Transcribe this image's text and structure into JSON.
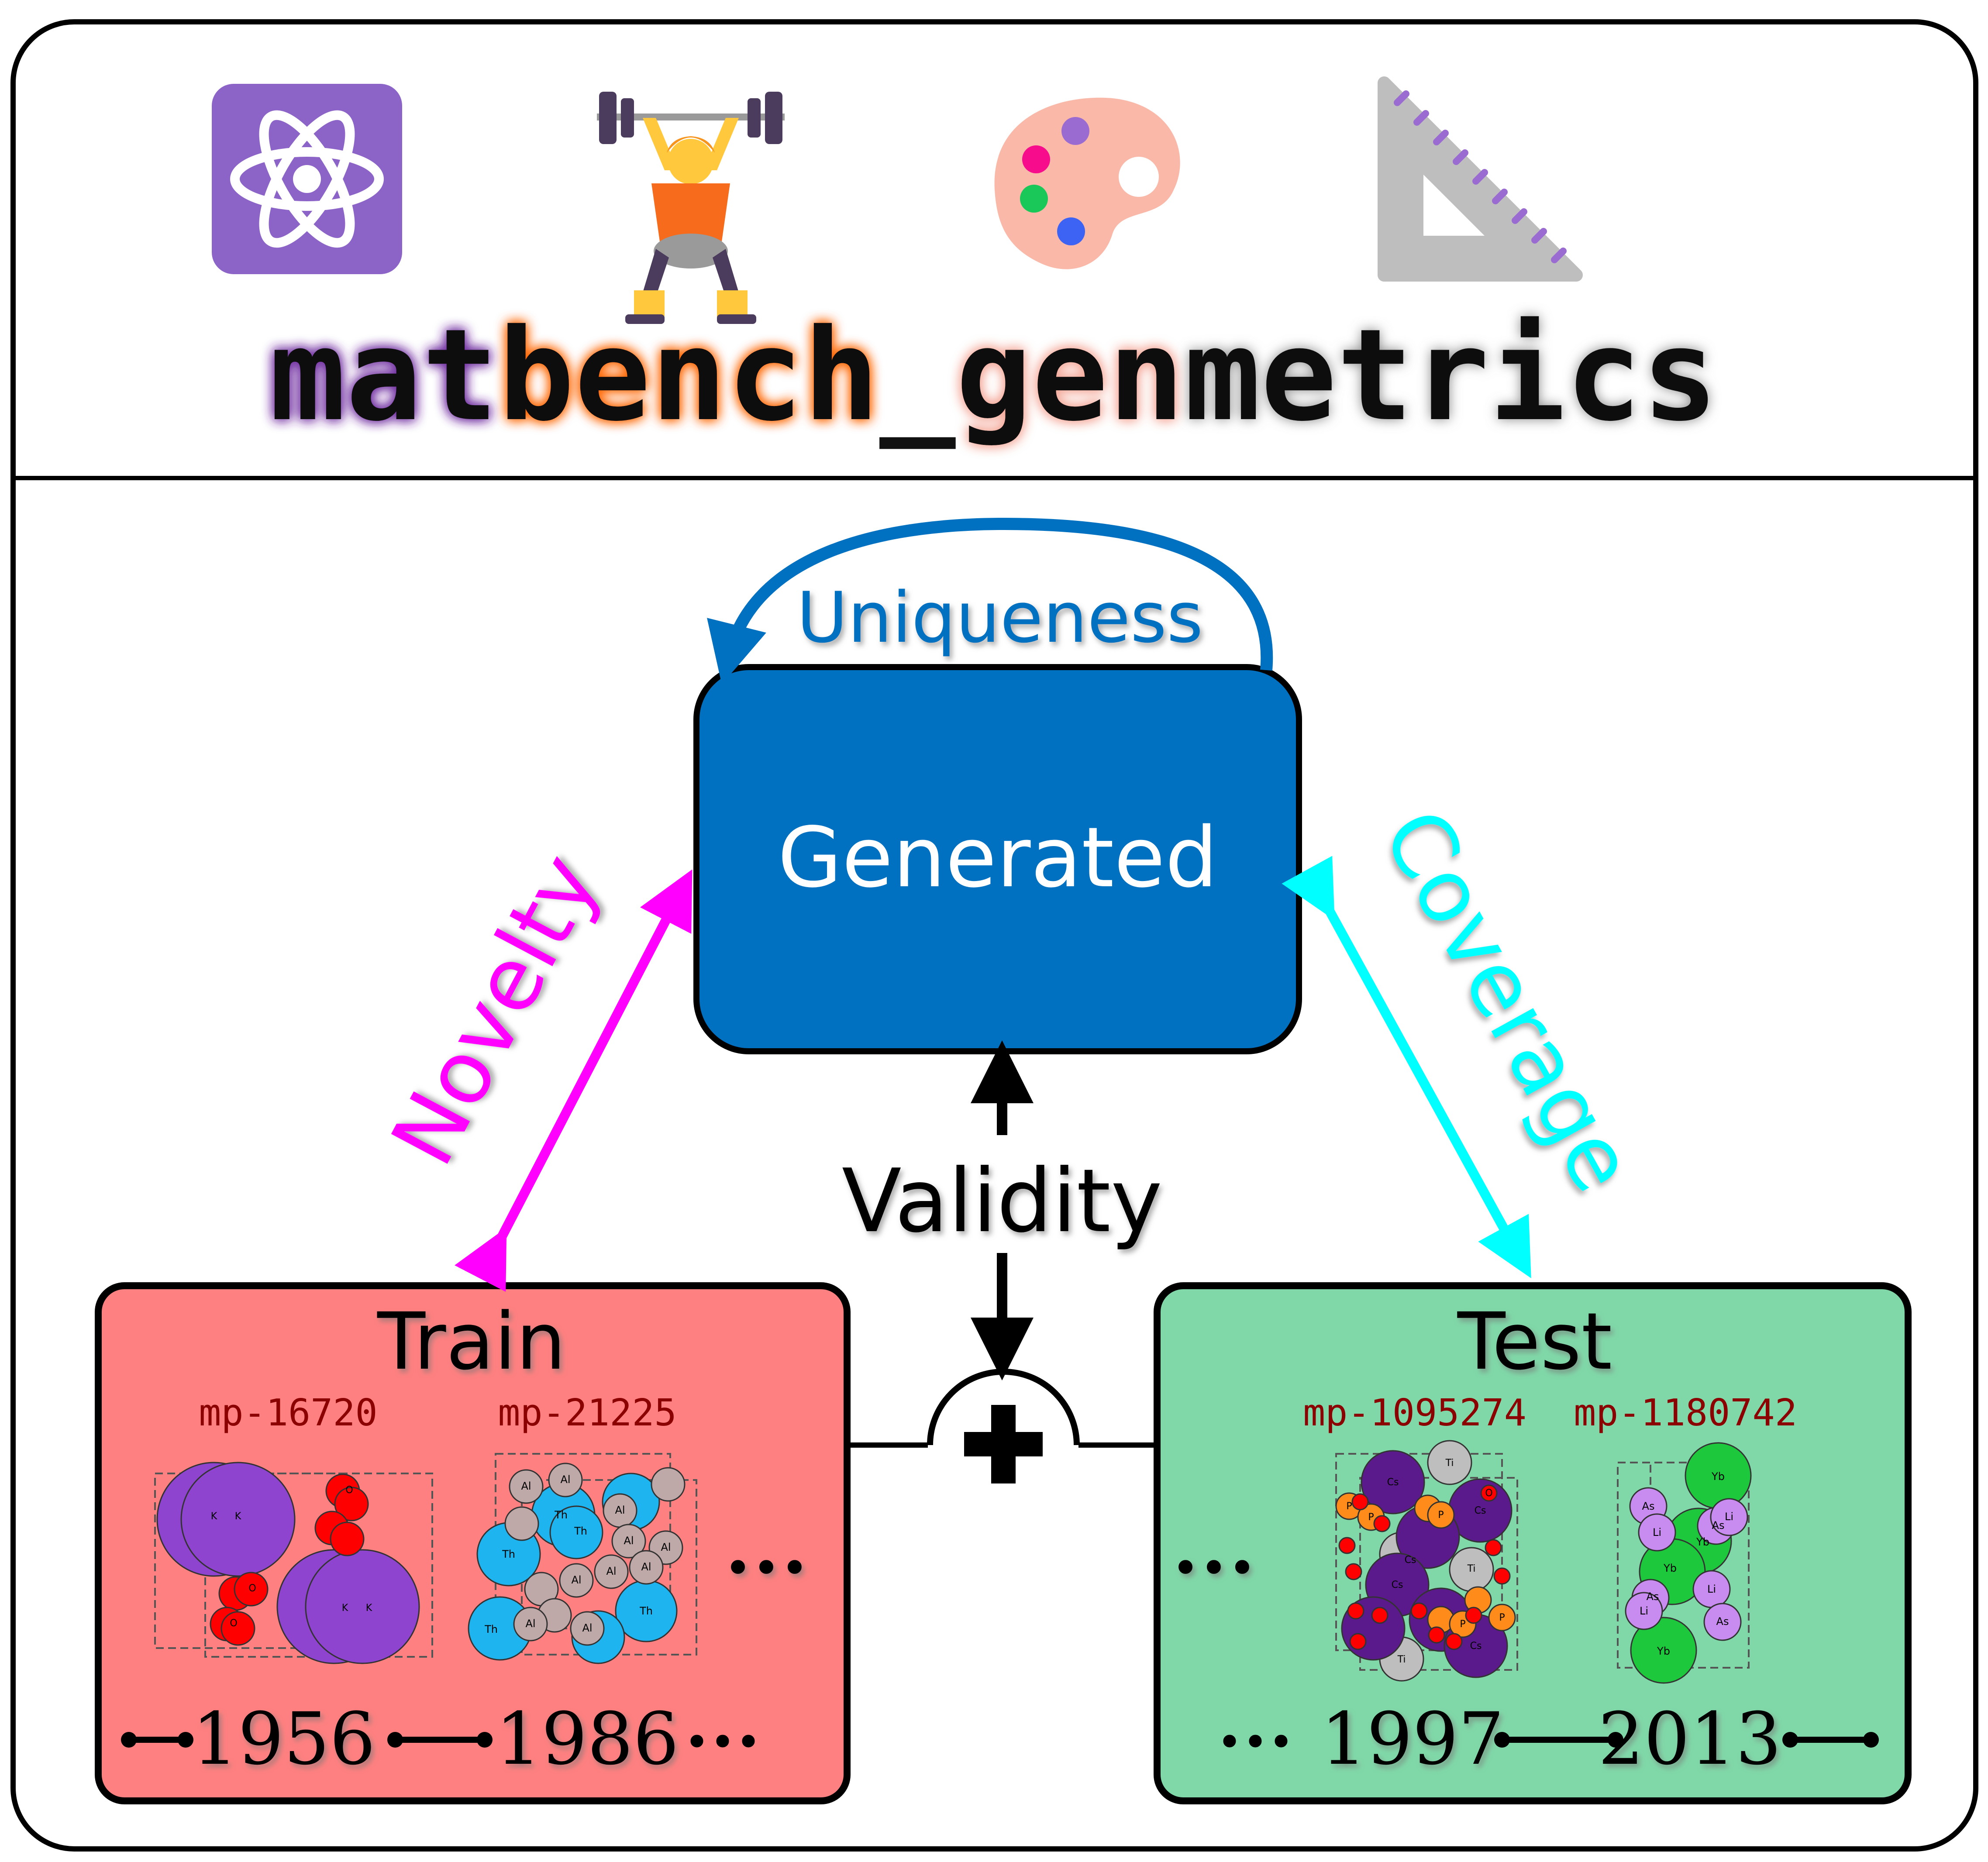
{
  "header": {
    "title_parts": {
      "mat": "mat",
      "bench": "bench",
      "sep": "_",
      "gen": "gen",
      "metrics": "metrics"
    },
    "icons": [
      "atom-icon",
      "weightlifter-icon",
      "palette-icon",
      "triangle-ruler-icon"
    ]
  },
  "nodes": {
    "generated": "Generated",
    "train": "Train",
    "test": "Test"
  },
  "metrics": {
    "uniqueness": "Uniqueness",
    "novelty": "Novelty",
    "coverage": "Coverage",
    "validity": "Validity"
  },
  "train": {
    "materials": [
      "mp-16720",
      "mp-21225"
    ],
    "years": [
      "1956",
      "1986"
    ],
    "ellipsis": "•••"
  },
  "test": {
    "materials": [
      "mp-1095274",
      "mp-1180742"
    ],
    "years": [
      "1997",
      "2013"
    ],
    "ellipsis": "•••"
  },
  "colors": {
    "generated": "#0070C0",
    "train": "#FF8080",
    "test": "#80D8A8",
    "uniqueness": "#0070C0",
    "novelty": "#FF00FF",
    "coverage": "#00FFFF",
    "validity": "#000000",
    "mat": "#7030A0",
    "bench": "#FF6600",
    "gen": "#F4A99A"
  },
  "crystal_labels": {
    "k": "K",
    "o": "O",
    "th": "Th",
    "al": "Al",
    "cs": "Cs",
    "p": "P",
    "ti": "Ti",
    "yb": "Yb",
    "li": "Li",
    "as": "As"
  }
}
